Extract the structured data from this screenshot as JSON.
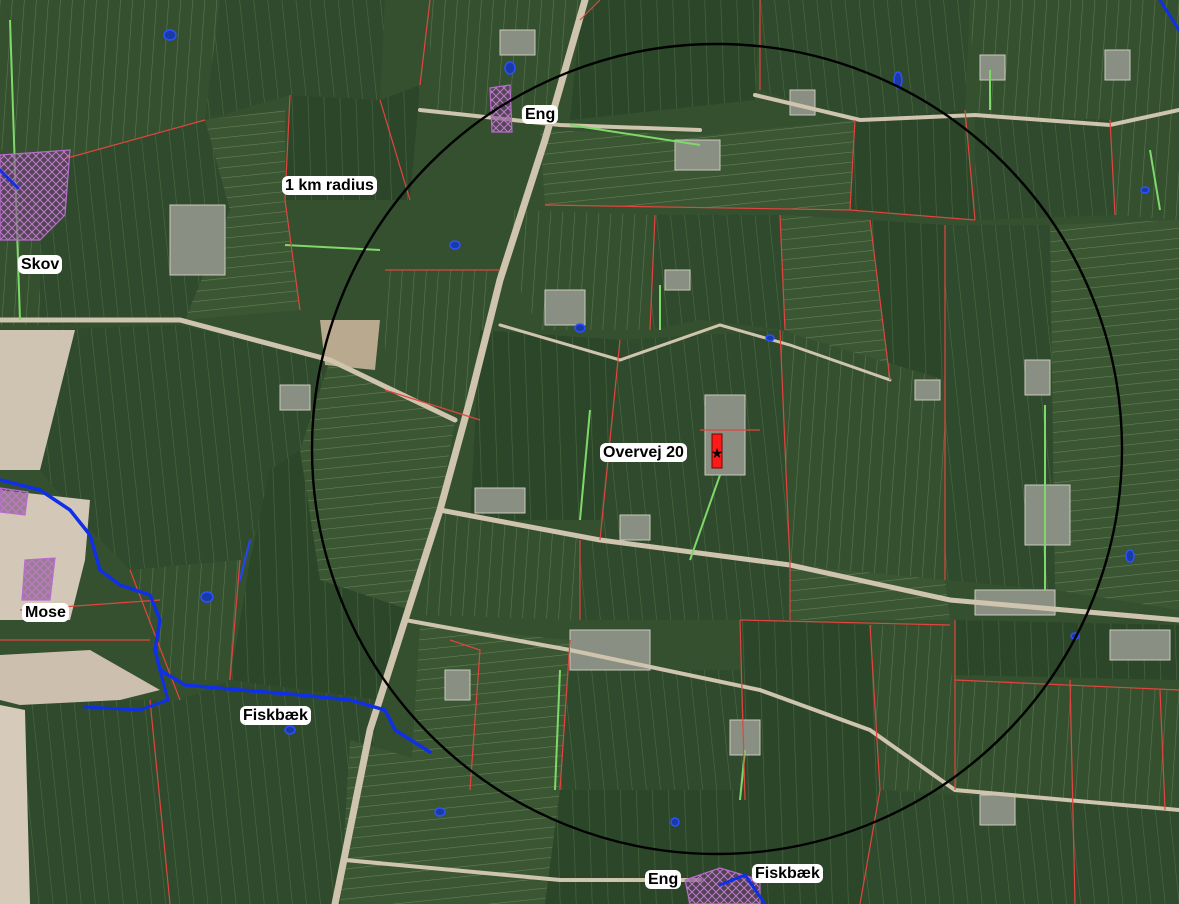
{
  "map": {
    "labels": {
      "radius": "1 km radius",
      "eng_top": "Eng",
      "skov": "Skov",
      "site": "Overvej 20",
      "mose": "Mose",
      "fiskbaek_mid": "Fiskbæk",
      "eng_bottom": "Eng",
      "fiskbaek_bottom": "Fiskbæk"
    },
    "radius_km": 1,
    "colors": {
      "field_dark": "#2f4a2c",
      "field_mid": "#3d5a35",
      "field_light": "#5e7a4e",
      "bare_soil": "#d8cdbf",
      "road": "#d4c8b2",
      "parcel_border": "#e2453f",
      "hedge": "#7fd86a",
      "stream": "#1030e8",
      "protected_nature": "#8b3fa8",
      "site_marker": "#ff1a1a",
      "radius_circle": "#000000"
    }
  }
}
